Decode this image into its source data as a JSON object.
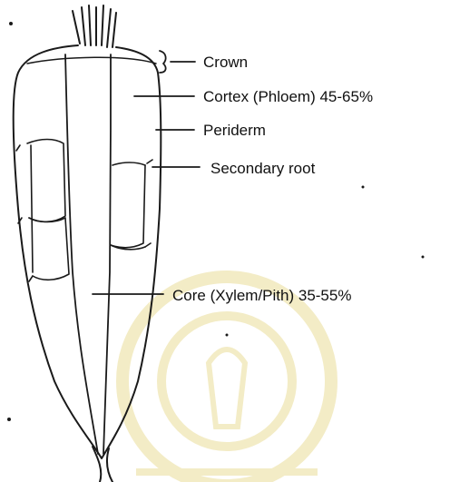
{
  "figure": {
    "labels": {
      "crown": "Crown",
      "cortex": "Cortex (Phloem) 45-65%",
      "periderm": "Periderm",
      "secondary_root": "Secondary root",
      "core": "Core (Xylem/Pith) 35-55%"
    }
  }
}
